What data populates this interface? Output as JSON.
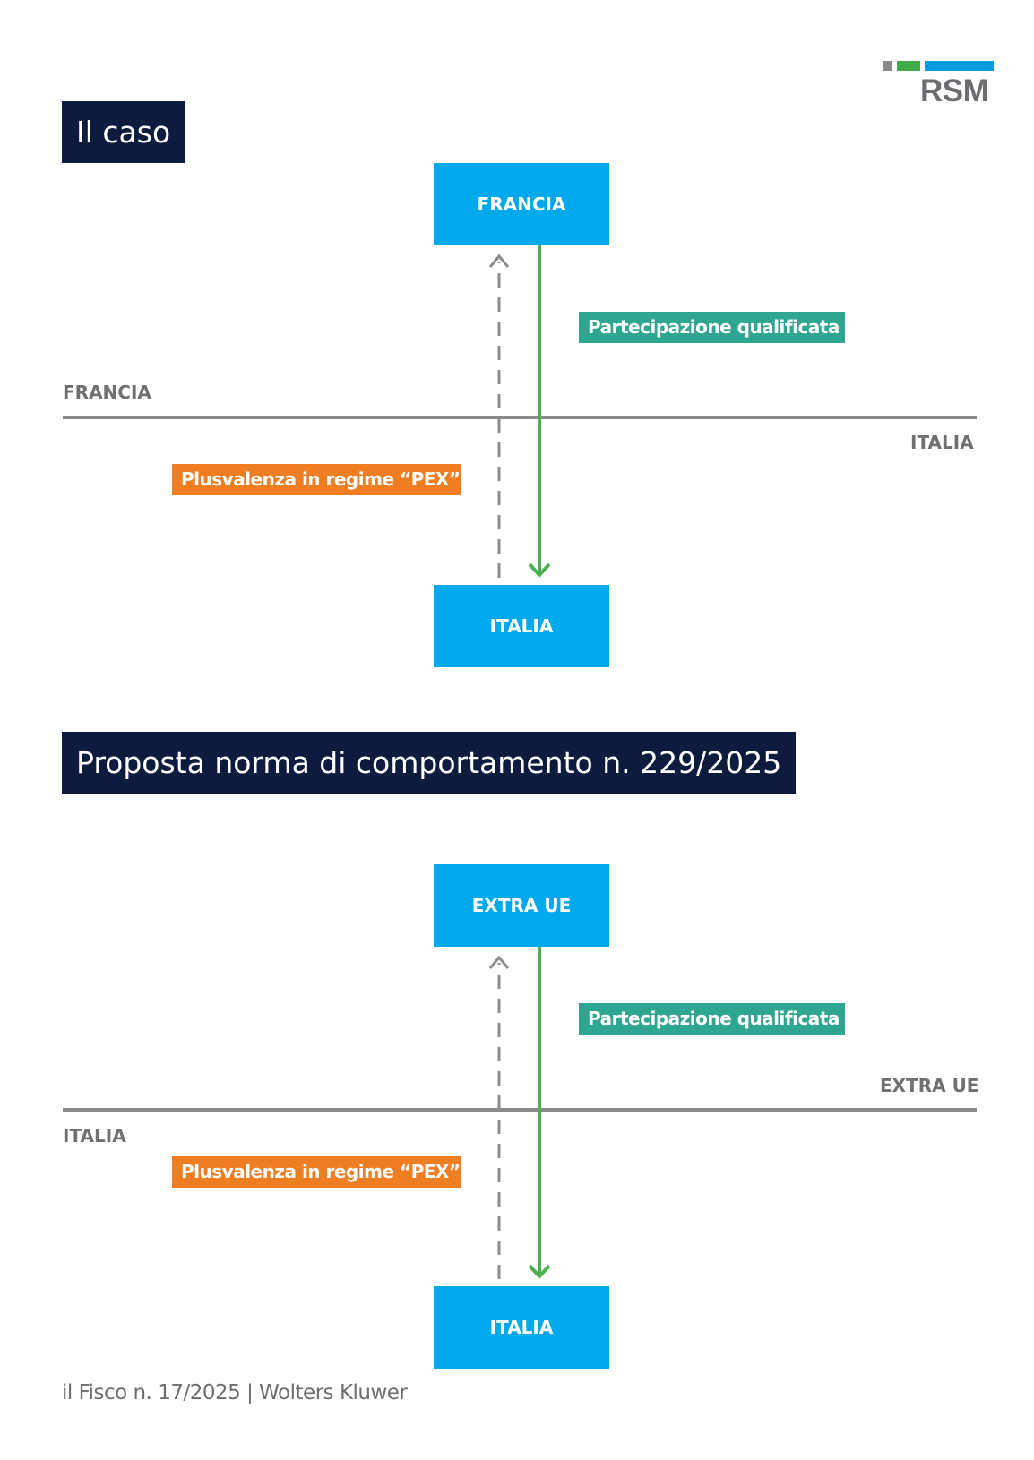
{
  "logo": {
    "text": "RSM",
    "colors": {
      "gray": "#888b8d",
      "green": "#3fae49",
      "blue": "#009cde"
    }
  },
  "colors": {
    "header_bg": "#0c1b3e",
    "box_bg": "#00a9ec",
    "teal": "#2fa68f",
    "orange": "#ef7d22",
    "green_arrow": "#4caf50",
    "gray_dashed": "#8c8c8c",
    "border_line": "#8a8a8a"
  },
  "sections": [
    {
      "header": "Il caso",
      "top_box": "FRANCIA",
      "bottom_box": "ITALIA",
      "participation_label": "Partecipazione qualificata",
      "gain_label": "Plusvalenza in regime “PEX”",
      "side_label_left": "FRANCIA",
      "side_label_right": "ITALIA"
    },
    {
      "header": "Proposta norma di comportamento n. 229/2025",
      "top_box": "EXTRA UE",
      "bottom_box": "ITALIA",
      "participation_label": "Partecipazione qualificata",
      "gain_label": "Plusvalenza in regime “PEX”",
      "side_label_left": "ITALIA",
      "side_label_right": "EXTRA UE"
    }
  ],
  "footer": "il Fisco n. 17/2025 | Wolters Kluwer"
}
